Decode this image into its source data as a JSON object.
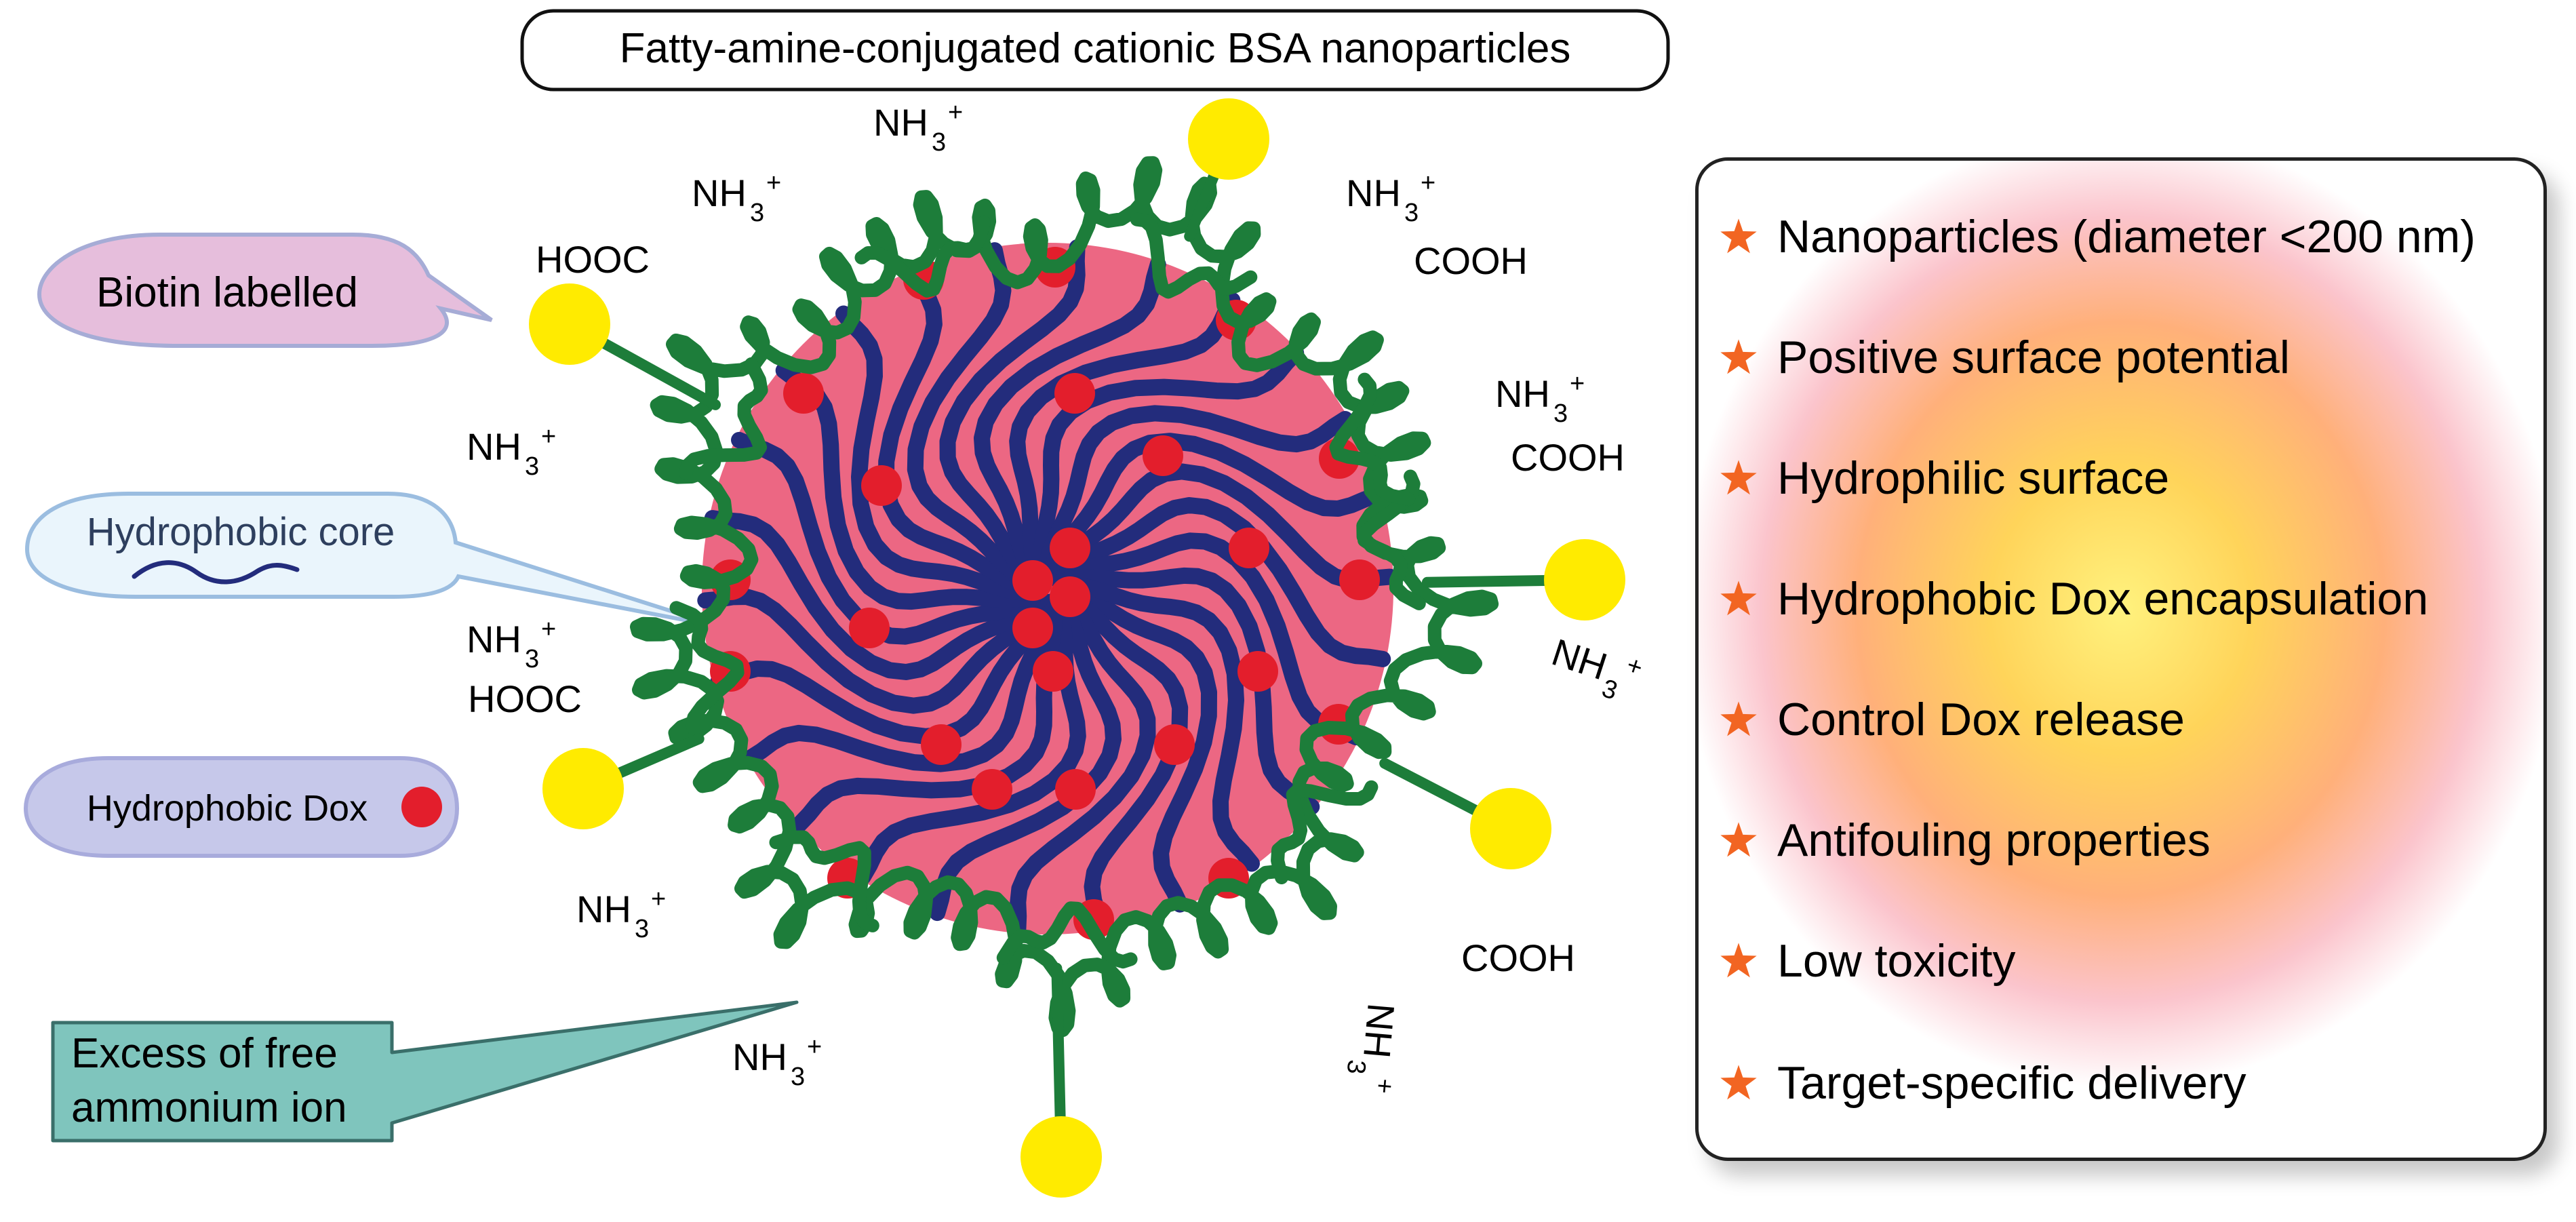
{
  "title": "Fatty-amine-conjugated cationic BSA nanoparticles",
  "callouts": {
    "biotin": "Biotin labelled",
    "core": "Hydrophobic core",
    "dox": "Hydrophobic Dox",
    "ammonium": [
      "Excess of free",
      "ammonium ion"
    ]
  },
  "group_labels": {
    "nh3": "NH",
    "nh3_sub": "3",
    "nh3_sup": "+",
    "hooc": "HOOC",
    "cooh": "COOH"
  },
  "properties": [
    "Nanoparticles (diameter <200 nm)",
    "Positive surface potential",
    "Hydrophilic surface",
    "Hydrophobic Dox encapsulation",
    "Control Dox release",
    "Antifouling properties",
    "Low toxicity",
    "Target-specific delivery"
  ],
  "colors": {
    "core": "#ec6783",
    "chains": "#232c7c",
    "protein": "#1d7d3a",
    "dox": "#e31e2c",
    "biotin": "#ffeb00",
    "star": "#f26522"
  }
}
